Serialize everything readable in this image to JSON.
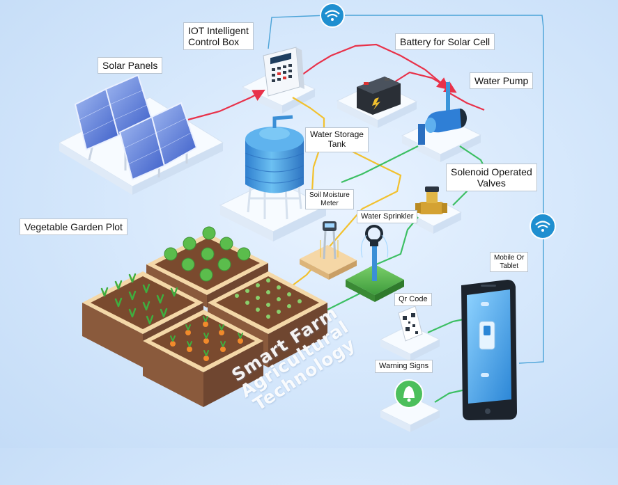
{
  "labels": {
    "solar_panels": "Solar Panels",
    "iot_box": "IOT Intelligent\nControl Box",
    "battery": "Battery for Solar Cell",
    "water_pump": "Water Pump",
    "water_tank": "Water Storage\nTank",
    "solenoid": "Solenoid Operated\nValves",
    "soil_meter": "Soil Moisture\nMeter",
    "sprinkler": "Water Sprinkler",
    "garden": "Vegetable Garden Plot",
    "mobile": "Mobile Or\nTablet",
    "qr": "Qr Code",
    "warning": "Warning Signs"
  },
  "title_art": {
    "line1": "Smart Farm",
    "line2": "Agricultural",
    "line3": "Technology"
  },
  "colors": {
    "background": "#d3e6fb",
    "power_line": "#e8324a",
    "signal_line": "#f2c12e",
    "water_line": "#3cbf63",
    "wireless_line": "#4aa3d8",
    "wifi_badge": "#1f8fd0",
    "soil": "#8a5a3c",
    "tank": "#3b8fd6"
  },
  "icons": [
    "wifi-icon",
    "solar-panel-icon",
    "control-box-icon",
    "battery-icon",
    "water-pump-icon",
    "water-tank-icon",
    "solenoid-valve-icon",
    "soil-meter-icon",
    "sprinkler-icon",
    "qr-code-icon",
    "bell-icon",
    "smartphone-icon"
  ]
}
